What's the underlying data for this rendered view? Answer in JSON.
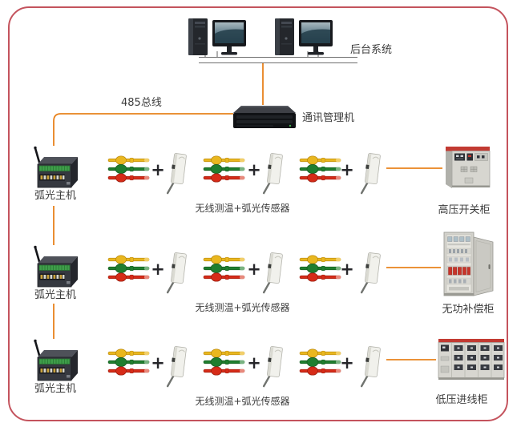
{
  "backend": {
    "label": "后台系统"
  },
  "bus": {
    "label": "485总线"
  },
  "comm": {
    "label": "通讯管理机"
  },
  "plus_sign": "+",
  "rows": [
    {
      "host_label": "弧光主机",
      "sensor_caption": "无线测温+弧光传感器",
      "cabinet_label": "高压开关柜"
    },
    {
      "host_label": "弧光主机",
      "sensor_caption": "无线测温+弧光传感器",
      "cabinet_label": "无功补偿柜"
    },
    {
      "host_label": "弧光主机",
      "sensor_caption": "无线测温+弧光传感器",
      "cabinet_label": "低压进线柜"
    }
  ],
  "icons": {
    "computer": "desktop-workstation-icon",
    "server": "comm-server-icon",
    "arc_host": "arc-light-host-icon",
    "temp_sensor_group": "wireless-temp-sensors-icon",
    "arc_sensor": "arc-light-sensor-icon",
    "cabinet_row1": "hv-switchgear-cabinet-icon",
    "cabinet_row2": "reactive-compensation-cabinet-icon",
    "cabinet_row3": "lv-incoming-cabinet-icon"
  },
  "colors": {
    "frame_border": "#c4535d",
    "connection_line": "#e8821c",
    "bus_line": "#6e6e6e",
    "sensor_yellow": "#e9b71f",
    "sensor_green": "#1f7e2f",
    "sensor_red": "#d62b18",
    "cabinet_top_red": "#c23a32",
    "label_text": "#3c3c3c"
  }
}
